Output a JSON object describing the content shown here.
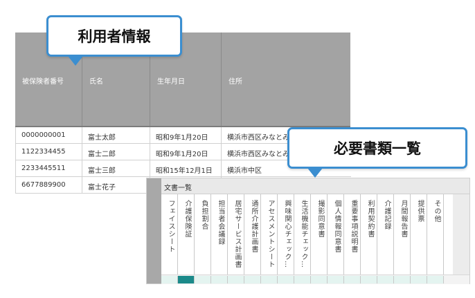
{
  "callouts": {
    "user_info": "利用者情報",
    "documents": "必要書類一覧"
  },
  "user_table": {
    "headers": [
      "被保険者番号",
      "氏名",
      "生年月日",
      "住所"
    ],
    "rows": [
      [
        "0000000001",
        "富士太郎",
        "昭和9年1月20日",
        "横浜市西区みなとみ"
      ],
      [
        "1122334455",
        "富士二郎",
        "昭和9年1月20日",
        "横浜市西区みなとみ"
      ],
      [
        "2233445511",
        "富士三郎",
        "昭和15年12月1日",
        "横浜市中区"
      ],
      [
        "6677889900",
        "富士花子",
        "",
        ""
      ]
    ]
  },
  "doc_table": {
    "title": "文書一覧",
    "columns": [
      "フェイスシート",
      "介護保険証",
      "負担割合",
      "担当者会議録",
      "居宅サービス計画書",
      "通所介護計画書",
      "アセスメントシート",
      "興味関心チェック…",
      "生活機能チェック…",
      "撮影同意書",
      "個人情報同意書",
      "重要事項説明書",
      "利用契約書",
      "介護記録",
      "月間報告書",
      "提供票",
      "その他"
    ],
    "selected_col": 1
  },
  "colors": {
    "accent": "#3b8ed0",
    "header_gray": "#a3a3a3",
    "selected": "#1b8a8a"
  }
}
